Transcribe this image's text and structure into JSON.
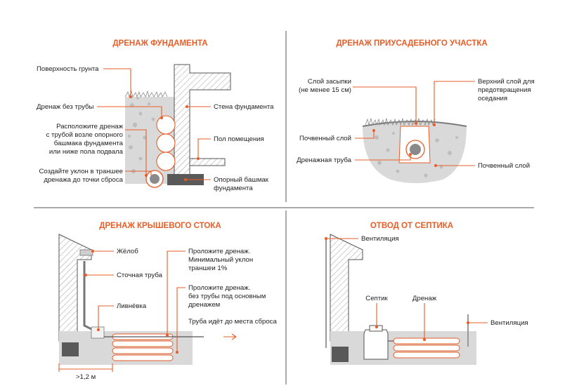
{
  "panels": {
    "foundation": {
      "title": "ДРЕНАЖ ФУНДАМЕНТА",
      "labels": {
        "ground_surface": "Поверхность грунта",
        "drain_no_pipe": "Дренаж без трубы",
        "drain_pipe_l1": "Расположите дренаж",
        "drain_pipe_l2": "с трубой возле опорного",
        "drain_pipe_l3": "башмака фундамента",
        "drain_pipe_l4": "или ниже пола подвала",
        "slope_l1": "Создайте уклон в траншее",
        "slope_l2": "дренажа до точки сброса",
        "wall": "Стена фундамента",
        "floor": "Пол помещения",
        "footing_l1": "Опорный башмак",
        "footing_l2": "фундамента"
      }
    },
    "yard": {
      "title": "ДРЕНАЖ ПРИУСАДЕБНОГО УЧАСТКА",
      "labels": {
        "backfill_l1": "Слой засыпки",
        "backfill_l2": "(не менее 15 см)",
        "top_layer_l1": "Верхний слой для",
        "top_layer_l2": "предотвращения",
        "top_layer_l3": "оседания",
        "soil_left": "Почвенный слой",
        "drain_pipe": "Дренажная труба",
        "soil_right": "Почвенный слой"
      }
    },
    "roof": {
      "title": "ДРЕНАЖ КРЫШЕВОГО СТОКА",
      "labels": {
        "gutter": "Жёлоб",
        "downpipe": "Сточная труба",
        "storm_inlet": "Ливнёвка",
        "lay_drain_l1": "Проложите дренаж.",
        "lay_drain_l2": "Минимальный уклон",
        "lay_drain_l3": "траншеи 1%",
        "lay_nopipe_l1": "Проложите дренаж.",
        "lay_nopipe_l2": "без трубы под основным",
        "lay_nopipe_l3": "дренажем",
        "pipe_to_discharge": "Труба идёт до места сброса",
        "distance": ">1,2 м"
      }
    },
    "septic": {
      "title": "ОТВОД ОТ СЕПТИКА",
      "labels": {
        "vent_top": "Вентиляция",
        "septic": "Септик",
        "drainage": "Дренаж",
        "vent_right": "Вентиляция"
      }
    }
  },
  "colors": {
    "accent": "#e85d27",
    "soil": "#d9d9d9",
    "pebble": "#bdbdbd",
    "dark": "#595959",
    "text": "#222222"
  }
}
